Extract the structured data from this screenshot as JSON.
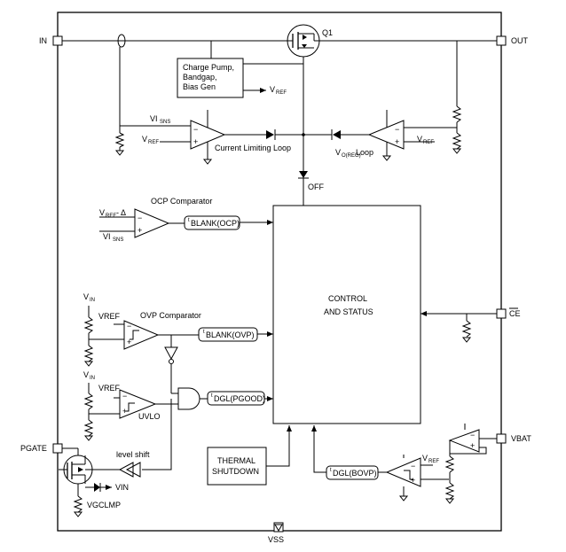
{
  "pins": {
    "in": "IN",
    "out": "OUT",
    "ce": "CE",
    "vbat": "VBAT",
    "pgate": "PGATE",
    "vss": "VSS"
  },
  "blocks": {
    "charge_pump": [
      "Charge Pump,",
      "Bandgap,",
      "Bias Gen"
    ],
    "control": [
      "CONTROL",
      "AND STATUS"
    ],
    "thermal": [
      "THERMAL",
      "SHUTDOWN"
    ],
    "blank_ocp": {
      "t": "t",
      "rest": "BLANK(OCP)"
    },
    "blank_ovp": {
      "t": "t",
      "rest": "BLANK(OVP)"
    },
    "dgl_pgood": {
      "t": "t",
      "rest": "DGL(PGOOD)"
    },
    "dgl_bovp": {
      "t": "t",
      "rest": "DGL(BOVP)"
    }
  },
  "labels": {
    "q1": "Q1",
    "off": "OFF",
    "current_limiting_loop": "Current Limiting Loop",
    "vo_reg_loop": {
      "main": "V",
      "sub": "O(REG)",
      "rest": " Loop"
    },
    "ocp_comparator": "OCP Comparator",
    "ovp_comparator": "OVP Comparator",
    "uvlo": "UVLO",
    "level_shift": "level shift",
    "vin_clamp": "VIN",
    "vgclmp": "VGCLMP",
    "vref_small": {
      "main": "V",
      "sub": "REF"
    },
    "vref_big": "VREF",
    "vi_sns": {
      "main": "VI",
      "sub": "SNS"
    },
    "vref_delta": {
      "main": "V",
      "sub": "REF",
      "rest": " - Δ"
    },
    "vin_small": {
      "main": "V",
      "sub": "IN"
    }
  }
}
